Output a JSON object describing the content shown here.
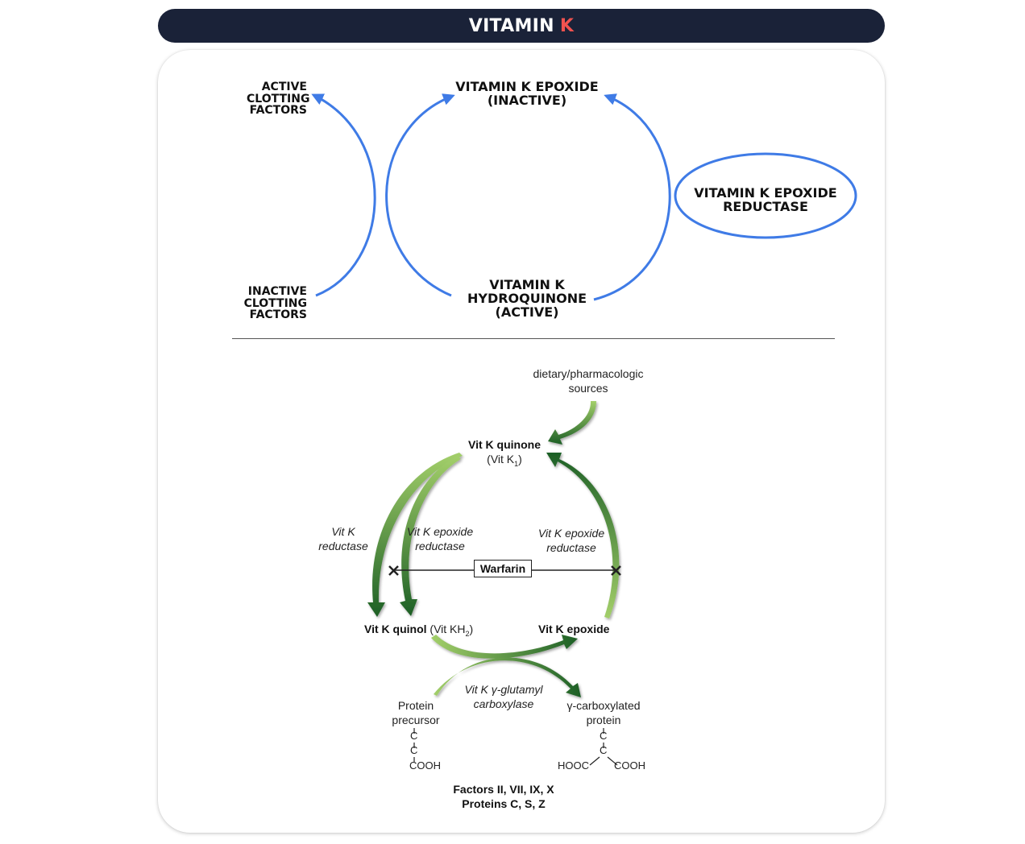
{
  "header": {
    "title": "VITAMIN",
    "title_accent": "K"
  },
  "cycle": {
    "epoxide_line1": "VITAMIN K EPOXIDE",
    "epoxide_line2": "(INACTIVE)",
    "hydro_line1": "VITAMIN K",
    "hydro_line2": "HYDROQUINONE",
    "hydro_line3": "(ACTIVE)",
    "active_line1": "ACTIVE",
    "active_line2": "CLOTTING",
    "active_line3": "FACTORS",
    "inactive_line1": "INACTIVE",
    "inactive_line2": "CLOTTING",
    "inactive_line3": "FACTORS",
    "enzyme_line1": "VITAMIN K EPOXIDE",
    "enzyme_line2": "REDUCTASE",
    "arrow_color": "#3f7be6"
  },
  "pathway": {
    "sources_line1": "dietary/pharmacologic",
    "sources_line2": "sources",
    "quinone": "Vit K quinone",
    "quinone_sub_prefix": "(Vit K",
    "quinone_sub_subscript": "1",
    "quinone_sub_suffix": ")",
    "reductase_line1": "Vit K",
    "reductase_line2": "reductase",
    "epox_red_left_line1": "Vit K epoxide",
    "epox_red_left_line2": "reductase",
    "epox_red_right_line1": "Vit K epoxide",
    "epox_red_right_line2": "reductase",
    "warfarin": "Warfarin",
    "quinol": "Vit K quinol",
    "quinol_sub_prefix": "(Vit KH",
    "quinol_sub_subscript": "2",
    "quinol_sub_suffix": ")",
    "epoxide": "Vit K epoxide",
    "carboxylase_line1": "Vit K γ-glutamyl",
    "carboxylase_line2": "carboxylase",
    "precursor_line1": "Protein",
    "precursor_line2": "precursor",
    "carboxylated_line1": "γ-carboxylated",
    "carboxylated_line2": "protein",
    "chem_c": "C",
    "chem_cooh": "COOH",
    "chem_hooc": "HOOC",
    "factors_line1": "Factors II, VII, IX, X",
    "factors_line2": "Proteins C, S, Z",
    "arrow_color": "#2f7a35"
  }
}
